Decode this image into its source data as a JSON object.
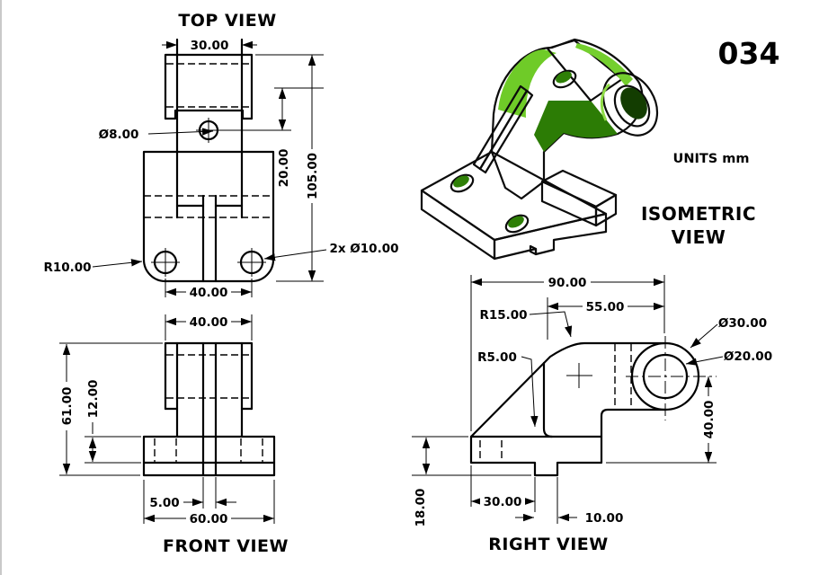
{
  "sheet": {
    "drawing_number": "034"
  },
  "top_view": {
    "title": "TOP VIEW",
    "dim_arm_width": "30.00",
    "dim_hole": "Ø8.00",
    "dim_hole_offset": "20.00",
    "dim_overall_depth": "105.00",
    "dim_bolt_holes": "2x Ø10.00",
    "dim_corner_radius": "R10.00",
    "dim_hole_spacing": "40.00"
  },
  "front_view": {
    "title": "FRONT VIEW",
    "dim_boss_width": "40.00",
    "dim_overall_height": "61.00",
    "dim_base_thickness": "12.00",
    "dim_slot_width": "5.00",
    "dim_base_width": "60.00"
  },
  "right_view": {
    "title": "RIGHT VIEW",
    "dim_overall_length": "90.00",
    "dim_boss_center": "55.00",
    "dim_blend_radius": "R15.00",
    "dim_fillet_radius": "R5.00",
    "dim_boss_diameter": "Ø30.00",
    "dim_bore_diameter": "Ø20.00",
    "dim_boss_height": "40.00",
    "dim_base_height": "18.00",
    "dim_tab_offset": "30.00",
    "dim_tab_width": "10.00"
  },
  "isometric_view": {
    "title_line1": "ISOMETRIC",
    "title_line2": "VIEW",
    "units_label": "UNITS mm"
  },
  "colors": {
    "part_green_mid": "#3F9A08",
    "part_green_light": "#4FB30C",
    "part_green_highlight": "#6FCB28",
    "part_green_dark": "#2C7C05",
    "hole_dark": "#1C5102",
    "line_color": "#000000",
    "background": "#FFFFFF"
  }
}
